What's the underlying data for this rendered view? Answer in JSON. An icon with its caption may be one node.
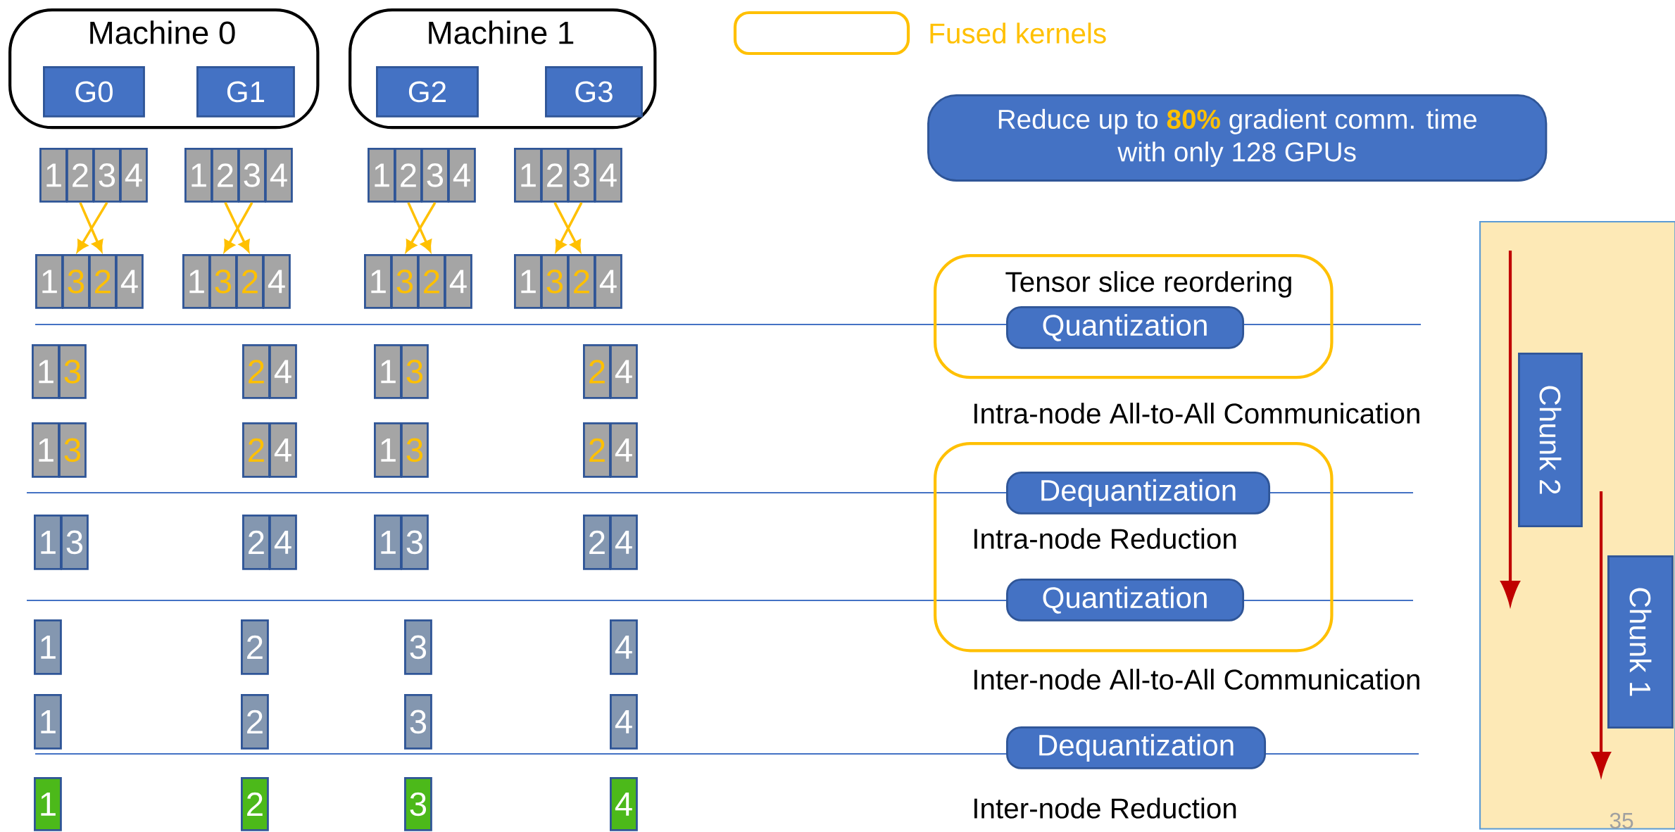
{
  "diagram": {
    "nodes": [
      {
        "text": [
          "Machine 0"
        ]
      },
      {
        "text": [
          "G0"
        ],
        "in": 0
      },
      {
        "text": [
          "G1"
        ],
        "in": 0
      },
      {
        "text": [
          "Machine 1"
        ]
      },
      {
        "text": [
          "G2"
        ],
        "in": 3
      },
      {
        "text": [
          "G3"
        ],
        "in": 3
      },
      {
        "text": [
          "Reduce up to **80%** gradient comm. time with only 128 GPUs"
        ]
      },
      {
        "text": [
          "Tensor slice reordering"
        ]
      },
      {
        "text": [
          "Quantization"
        ],
        "in": 7
      },
      {
        "text": [
          "Intra-node Reduction"
        ]
      },
      {
        "text": [
          "Dequantization"
        ],
        "in": 9
      },
      {
        "text": [
          "Quantization"
        ],
        "in": 9
      },
      {
        "text": [
          "Dequantization"
        ]
      },
      {
        "text": [],
        "shape": "box"
      },
      {
        "text": [
          "Chunk 2"
        ],
        "in": 13
      },
      {
        "text": [
          "Chunk 1"
        ],
        "in": 13
      },
      {
        "text": [
          "1"
        ]
      },
      {
        "text": [
          "2"
        ]
      },
      {
        "text": [
          "3"
        ]
      },
      {
        "text": [
          "4"
        ]
      },
      {
        "text": [
          "1"
        ]
      },
      {
        "text": [
          "2"
        ]
      },
      {
        "text": [
          "3"
        ]
      },
      {
        "text": [
          "4"
        ]
      },
      {
        "text": [
          "1"
        ]
      },
      {
        "text": [
          "2"
        ]
      },
      {
        "text": [
          "3"
        ]
      },
      {
        "text": [
          "4"
        ]
      },
      {
        "text": [
          "1"
        ]
      },
      {
        "text": [
          "2"
        ]
      },
      {
        "text": [
          "3"
        ]
      },
      {
        "text": [
          "4"
        ]
      },
      {
        "text": [
          "1"
        ]
      },
      {
        "text": [
          "3"
        ]
      },
      {
        "text": [
          "2"
        ]
      },
      {
        "text": [
          "4"
        ]
      },
      {
        "text": [
          "1"
        ]
      },
      {
        "text": [
          "3"
        ]
      },
      {
        "text": [
          "2"
        ]
      },
      {
        "text": [
          "4"
        ]
      },
      {
        "text": [
          "1"
        ]
      },
      {
        "text": [
          "3"
        ]
      },
      {
        "text": [
          "2"
        ]
      },
      {
        "text": [
          "4"
        ]
      },
      {
        "text": [
          "1"
        ]
      },
      {
        "text": [
          "3"
        ]
      },
      {
        "text": [
          "2"
        ]
      },
      {
        "text": [
          "4"
        ]
      },
      {
        "text": [
          "1"
        ]
      },
      {
        "text": [
          "3"
        ]
      },
      {
        "text": [
          "2"
        ]
      },
      {
        "text": [
          "4"
        ]
      },
      {
        "text": [
          "1"
        ]
      },
      {
        "text": [
          "3"
        ]
      },
      {
        "text": [
          "2"
        ]
      },
      {
        "text": [
          "4"
        ]
      },
      {
        "text": [
          "1"
        ]
      },
      {
        "text": [
          "3"
        ]
      },
      {
        "text": [
          "2"
        ]
      },
      {
        "text": [
          "4"
        ]
      },
      {
        "text": [
          "1"
        ]
      },
      {
        "text": [
          "3"
        ]
      },
      {
        "text": [
          "2"
        ]
      },
      {
        "text": [
          "4"
        ]
      },
      {
        "text": [
          "1"
        ]
      },
      {
        "text": [
          "3"
        ]
      },
      {
        "text": [
          "2"
        ]
      },
      {
        "text": [
          "4"
        ]
      },
      {
        "text": [
          "1"
        ]
      },
      {
        "text": [
          "3"
        ]
      },
      {
        "text": [
          "2"
        ]
      },
      {
        "text": [
          "4"
        ]
      },
      {
        "text": [
          "1"
        ]
      },
      {
        "text": [
          "2"
        ]
      },
      {
        "text": [
          "3"
        ]
      },
      {
        "text": [
          "4"
        ]
      },
      {
        "text": [
          "1"
        ]
      },
      {
        "text": [
          "2"
        ]
      },
      {
        "text": [
          "3"
        ]
      },
      {
        "text": [
          "4"
        ]
      },
      {
        "text": [
          "1"
        ]
      },
      {
        "text": [
          "2"
        ]
      },
      {
        "text": [
          "3"
        ]
      },
      {
        "text": [
          "4"
        ]
      }
    ],
    "edges": [
      {
        "from": 17,
        "to": 34,
        "arrow": "to"
      },
      {
        "from": 18,
        "to": 33,
        "arrow": "to"
      },
      {
        "from": 21,
        "to": 38,
        "arrow": "to"
      },
      {
        "from": 22,
        "to": 37,
        "arrow": "to"
      },
      {
        "from": 25,
        "to": 42,
        "arrow": "to"
      },
      {
        "from": 26,
        "to": 41,
        "arrow": "to"
      },
      {
        "from": 29,
        "to": 46,
        "arrow": "to"
      },
      {
        "from": 30,
        "to": 45,
        "arrow": "to"
      }
    ],
    "labels": [
      "Intra-node All-to-All Communication",
      "Inter-node All-to-All Communication",
      "Inter-node Reduction",
      "35"
    ],
    "legend": [
      {
        "text": "Fused kernels"
      }
    ]
  }
}
